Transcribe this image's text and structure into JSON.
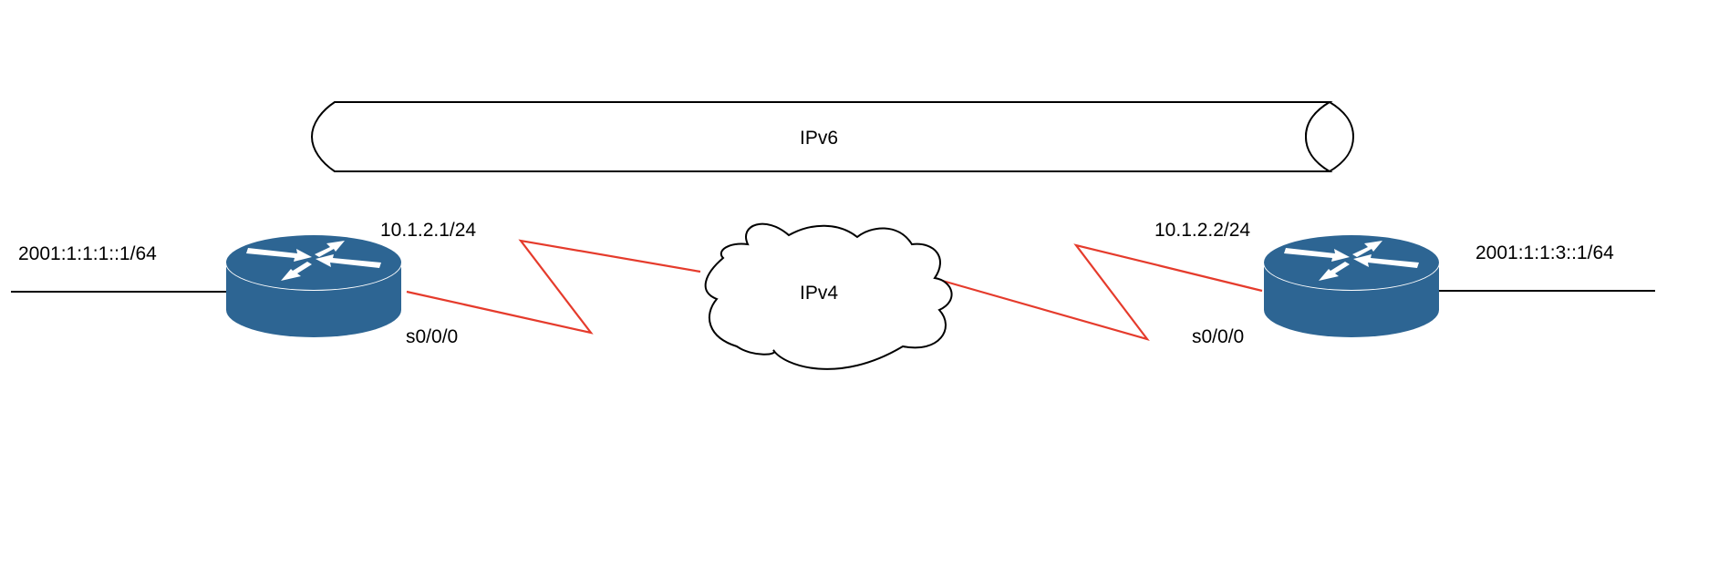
{
  "colors": {
    "router_body": "#2d6593",
    "router_top": "#2d6593",
    "router_arrows": "#ffffff",
    "serial_link": "#e53b2c",
    "lan_link": "#000000"
  },
  "tunnel": {
    "label": "IPv6"
  },
  "cloud": {
    "label": "IPv4",
    "icon": "cloud-icon"
  },
  "routers": [
    {
      "icon": "router-icon",
      "lan_address": "2001:1:1:1::1/64",
      "serial_address": "10.1.2.1/24",
      "serial_interface": "s0/0/0"
    },
    {
      "icon": "router-icon",
      "lan_address": "2001:1:1:3::1/64",
      "serial_address": "10.1.2.2/24",
      "serial_interface": "s0/0/0"
    }
  ]
}
